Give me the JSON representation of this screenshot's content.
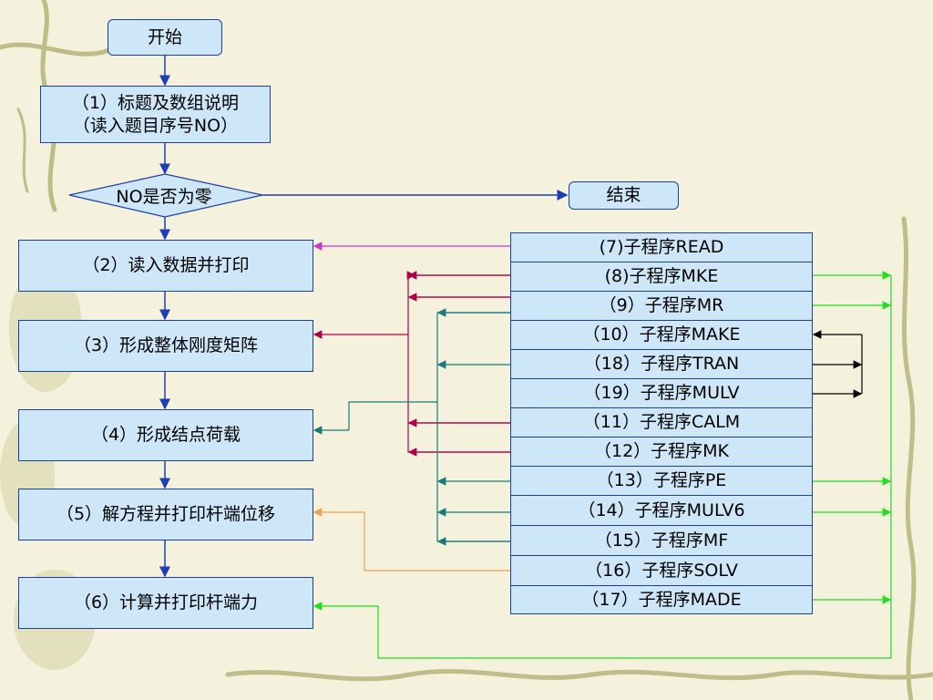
{
  "flow": {
    "start": "开始",
    "step1_line1": "（1）标题及数组说明",
    "step1_line2": "（读入题目序号NO）",
    "decision": "NO是否为零",
    "end": "结束",
    "step2": "（2）读入数据并打印",
    "step3": "（3）形成整体刚度矩阵",
    "step4": "（4）形成结点荷载",
    "step5": "（5）解方程并打印杆端位移",
    "step6": "（6）计算并打印杆端力"
  },
  "subroutines": [
    "(7)子程序READ",
    "(8)子程序MKE",
    "（9）子程序MR",
    "（10）子程序MAKE",
    "（18）子程序TRAN",
    "（19）子程序MULV",
    "（11）子程序CALM",
    "（12）子程序MK",
    "（13）子程序PE",
    "（14）子程序MULV6",
    "（15）子程序MF",
    "（16）子程序SOLV",
    "（17）子程序MADE"
  ],
  "colors": {
    "flow_arrow": "#1f3fb0",
    "read_link": "#cc33cc",
    "stiffness_link": "#b0004a",
    "load_link": "#1a7a7a",
    "solve_link": "#f0a050",
    "force_link": "#22dd22",
    "internal_link": "#000000"
  }
}
